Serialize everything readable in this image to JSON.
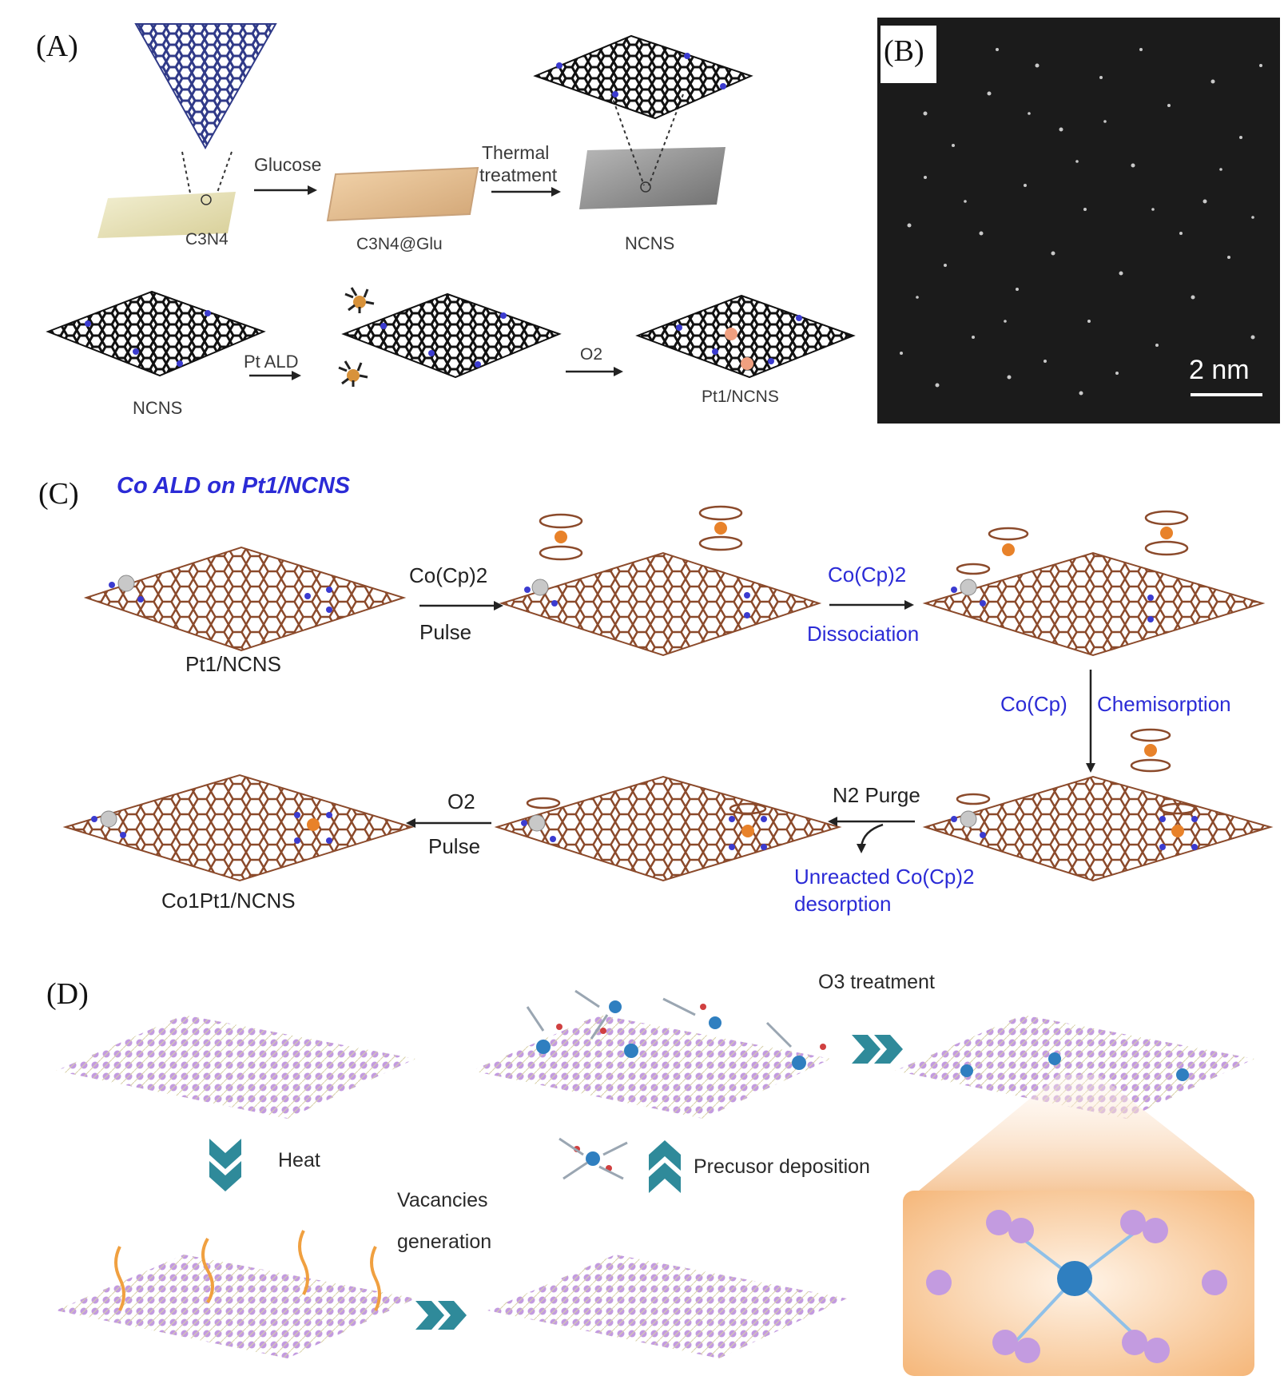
{
  "panelA": {
    "label": "(A)",
    "glucose": "Glucose",
    "thermal_1": "Thermal",
    "thermal_2": "treatment",
    "c3n4": "C3N4",
    "c3n4_glu": "C3N4@Glu",
    "ncns_top": "NCNS",
    "ncns_bottom": "NCNS",
    "pt_ald": "Pt ALD",
    "o2": "O2",
    "pt1_ncns": "Pt1/NCNS"
  },
  "panelB": {
    "label": "(B)",
    "scale_bar": "2 nm"
  },
  "panelC": {
    "label": "(C)",
    "title": "Co ALD on Pt1/NCNS",
    "pt1_ncns": "Pt1/NCNS",
    "cocp2_1": "Co(Cp)2",
    "pulse_1": "Pulse",
    "cocp2_2": "Co(Cp)2",
    "dissociation": "Dissociation",
    "cocp": "Co(Cp)",
    "chemisorption": "Chemisorption",
    "n2_purge": "N2 Purge",
    "unreacted_1": "Unreacted Co(Cp)2",
    "unreacted_2": "desorption",
    "o2": "O2",
    "pulse_2": "Pulse",
    "co1pt1_ncns": "Co1Pt1/NCNS"
  },
  "panelD": {
    "label": "(D)",
    "o3_treatment": "O3 treatment",
    "heat": "Heat",
    "vacancies_1": "Vacancies",
    "vacancies_2": "generation",
    "precursor": "Precusor deposition"
  },
  "colors": {
    "graphene_dark": "#111111",
    "nitrogen_blue": "#3b3bd0",
    "graphene_brown": "#8b4a2b",
    "pt_gray": "#c8c8c8",
    "co_orange": "#e8822a",
    "blue_text": "#2b2bd6",
    "teal_arrow": "#2f8a9a",
    "mos2_purple": "#c39be0"
  }
}
